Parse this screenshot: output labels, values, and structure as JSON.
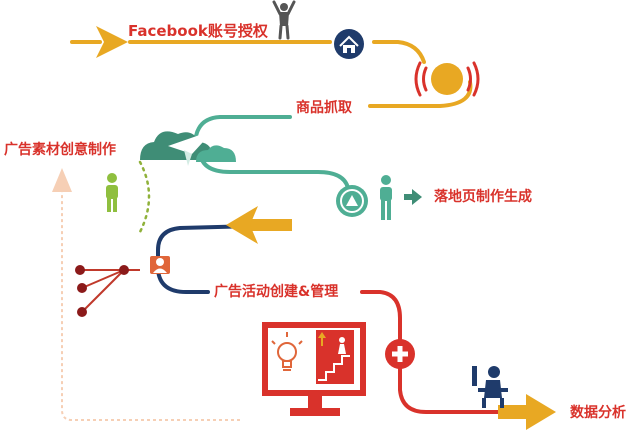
{
  "steps": {
    "facebook_auth": "Facebook账号授权",
    "product_fetch": "商品抓取",
    "ad_creative": "广告素材创意制作",
    "landing_page": "落地页制作生成",
    "campaign_mgmt": "广告活动创建&管理",
    "data_analysis": "数据分析"
  },
  "colors": {
    "gold": "#e8a823",
    "teal": "#4fae94",
    "dark_teal": "#3f8d76",
    "navy": "#1f3b6b",
    "red": "#d9322b",
    "peach": "#f6cfb5",
    "green_dots": "#8fb13a",
    "person_green": "#8fbf3f",
    "gray": "#555555"
  },
  "icons": [
    "person-raised-arms-icon",
    "home-icon",
    "broadcast-icon",
    "cloud-paper-plane-icon",
    "person-green-icon",
    "play-triangle-icon",
    "person-teal-icon",
    "person-orange-icon",
    "network-nodes-icon",
    "monitor-icon",
    "lightbulb-icon",
    "stairs-climber-icon",
    "plus-icon",
    "person-at-desk-icon"
  ]
}
